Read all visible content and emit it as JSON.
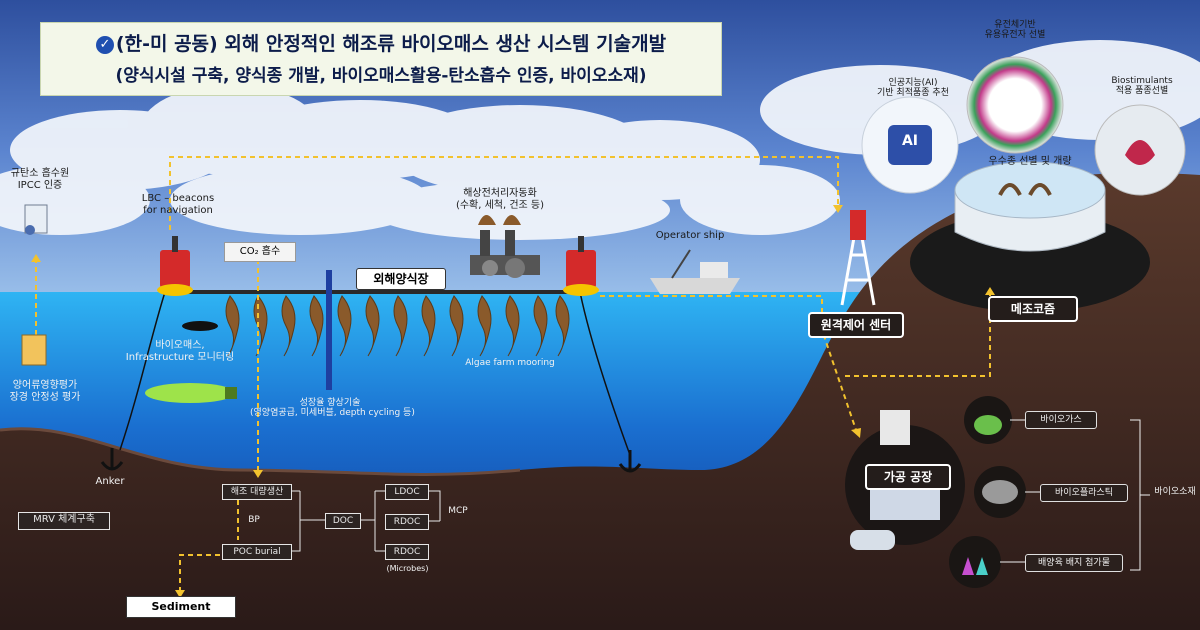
{
  "title": {
    "line1": "(한-미 공동) 외해 안정적인 해조류 바이오매스 생산 시스템 기술개발",
    "line2": "(양식시설 구축, 양식종 개발, 바이오매스활용-탄소흡수 인증, 바이오소재)"
  },
  "left_panel": {
    "carbon_cert": "규탄소 흡수원\nIPCC 인증",
    "impact_eval": "양어류영향평가\n장경 안정성 평가",
    "mrv": "MRV 체계구축"
  },
  "farm": {
    "lbc_beacons": "LBC – beacons\nfor navigation",
    "co2_label": "CO₂ 흡수",
    "farm_name": "외해양식장",
    "automation": "해상전처리자동화\n(수확, 세척, 건조 등)",
    "operator_ship": "Operator ship",
    "biomass_monitoring": "바이오매스,\nInfrastructure 모니터링",
    "growth_tech": "성장율 향상기술\n(영양염공급, 미세버블, depth cycling 등)",
    "algae_mooring": "Algae farm mooring",
    "anker": "Anker"
  },
  "carbon_flow": {
    "seaweed_detritus": "해조 대량생산",
    "bp": "BP",
    "poc_burial": "POC burial",
    "doc": "DOC",
    "ldoc": "LDOC",
    "rdoc1": "RDOC",
    "rdoc2": "RDOC",
    "mcp": "MCP",
    "microbes": "(Microbes)",
    "sediment": "Sediment"
  },
  "land": {
    "remote_control": "원격제어 센터",
    "ai_selection": "인공지능(AI)\n기반 최적품종 추천",
    "genetic_selection": "유전체기반\n유용유전자 선별",
    "biostimulants": "Biostimulants\n적용 품종선별",
    "breeding": "우수종 선별 및 개량",
    "mejo_bank": "메조코즘",
    "processing_plant": "가공 공장",
    "ai_chip": "AI"
  },
  "products": {
    "biogas": "바이오가스",
    "bioplastic": "바이오플라스틱",
    "biomaterial": "바이오소재",
    "media_additive": "배양육 배지 첨가물"
  },
  "colors": {
    "sky": "#5d7fc4",
    "sea_surface": "#2aa9ee",
    "deep_sea": "#0f2f8a",
    "seabed": "#3b2622",
    "dashed_arrow": "#f2c22e",
    "title_text": "#0c1c4a"
  }
}
